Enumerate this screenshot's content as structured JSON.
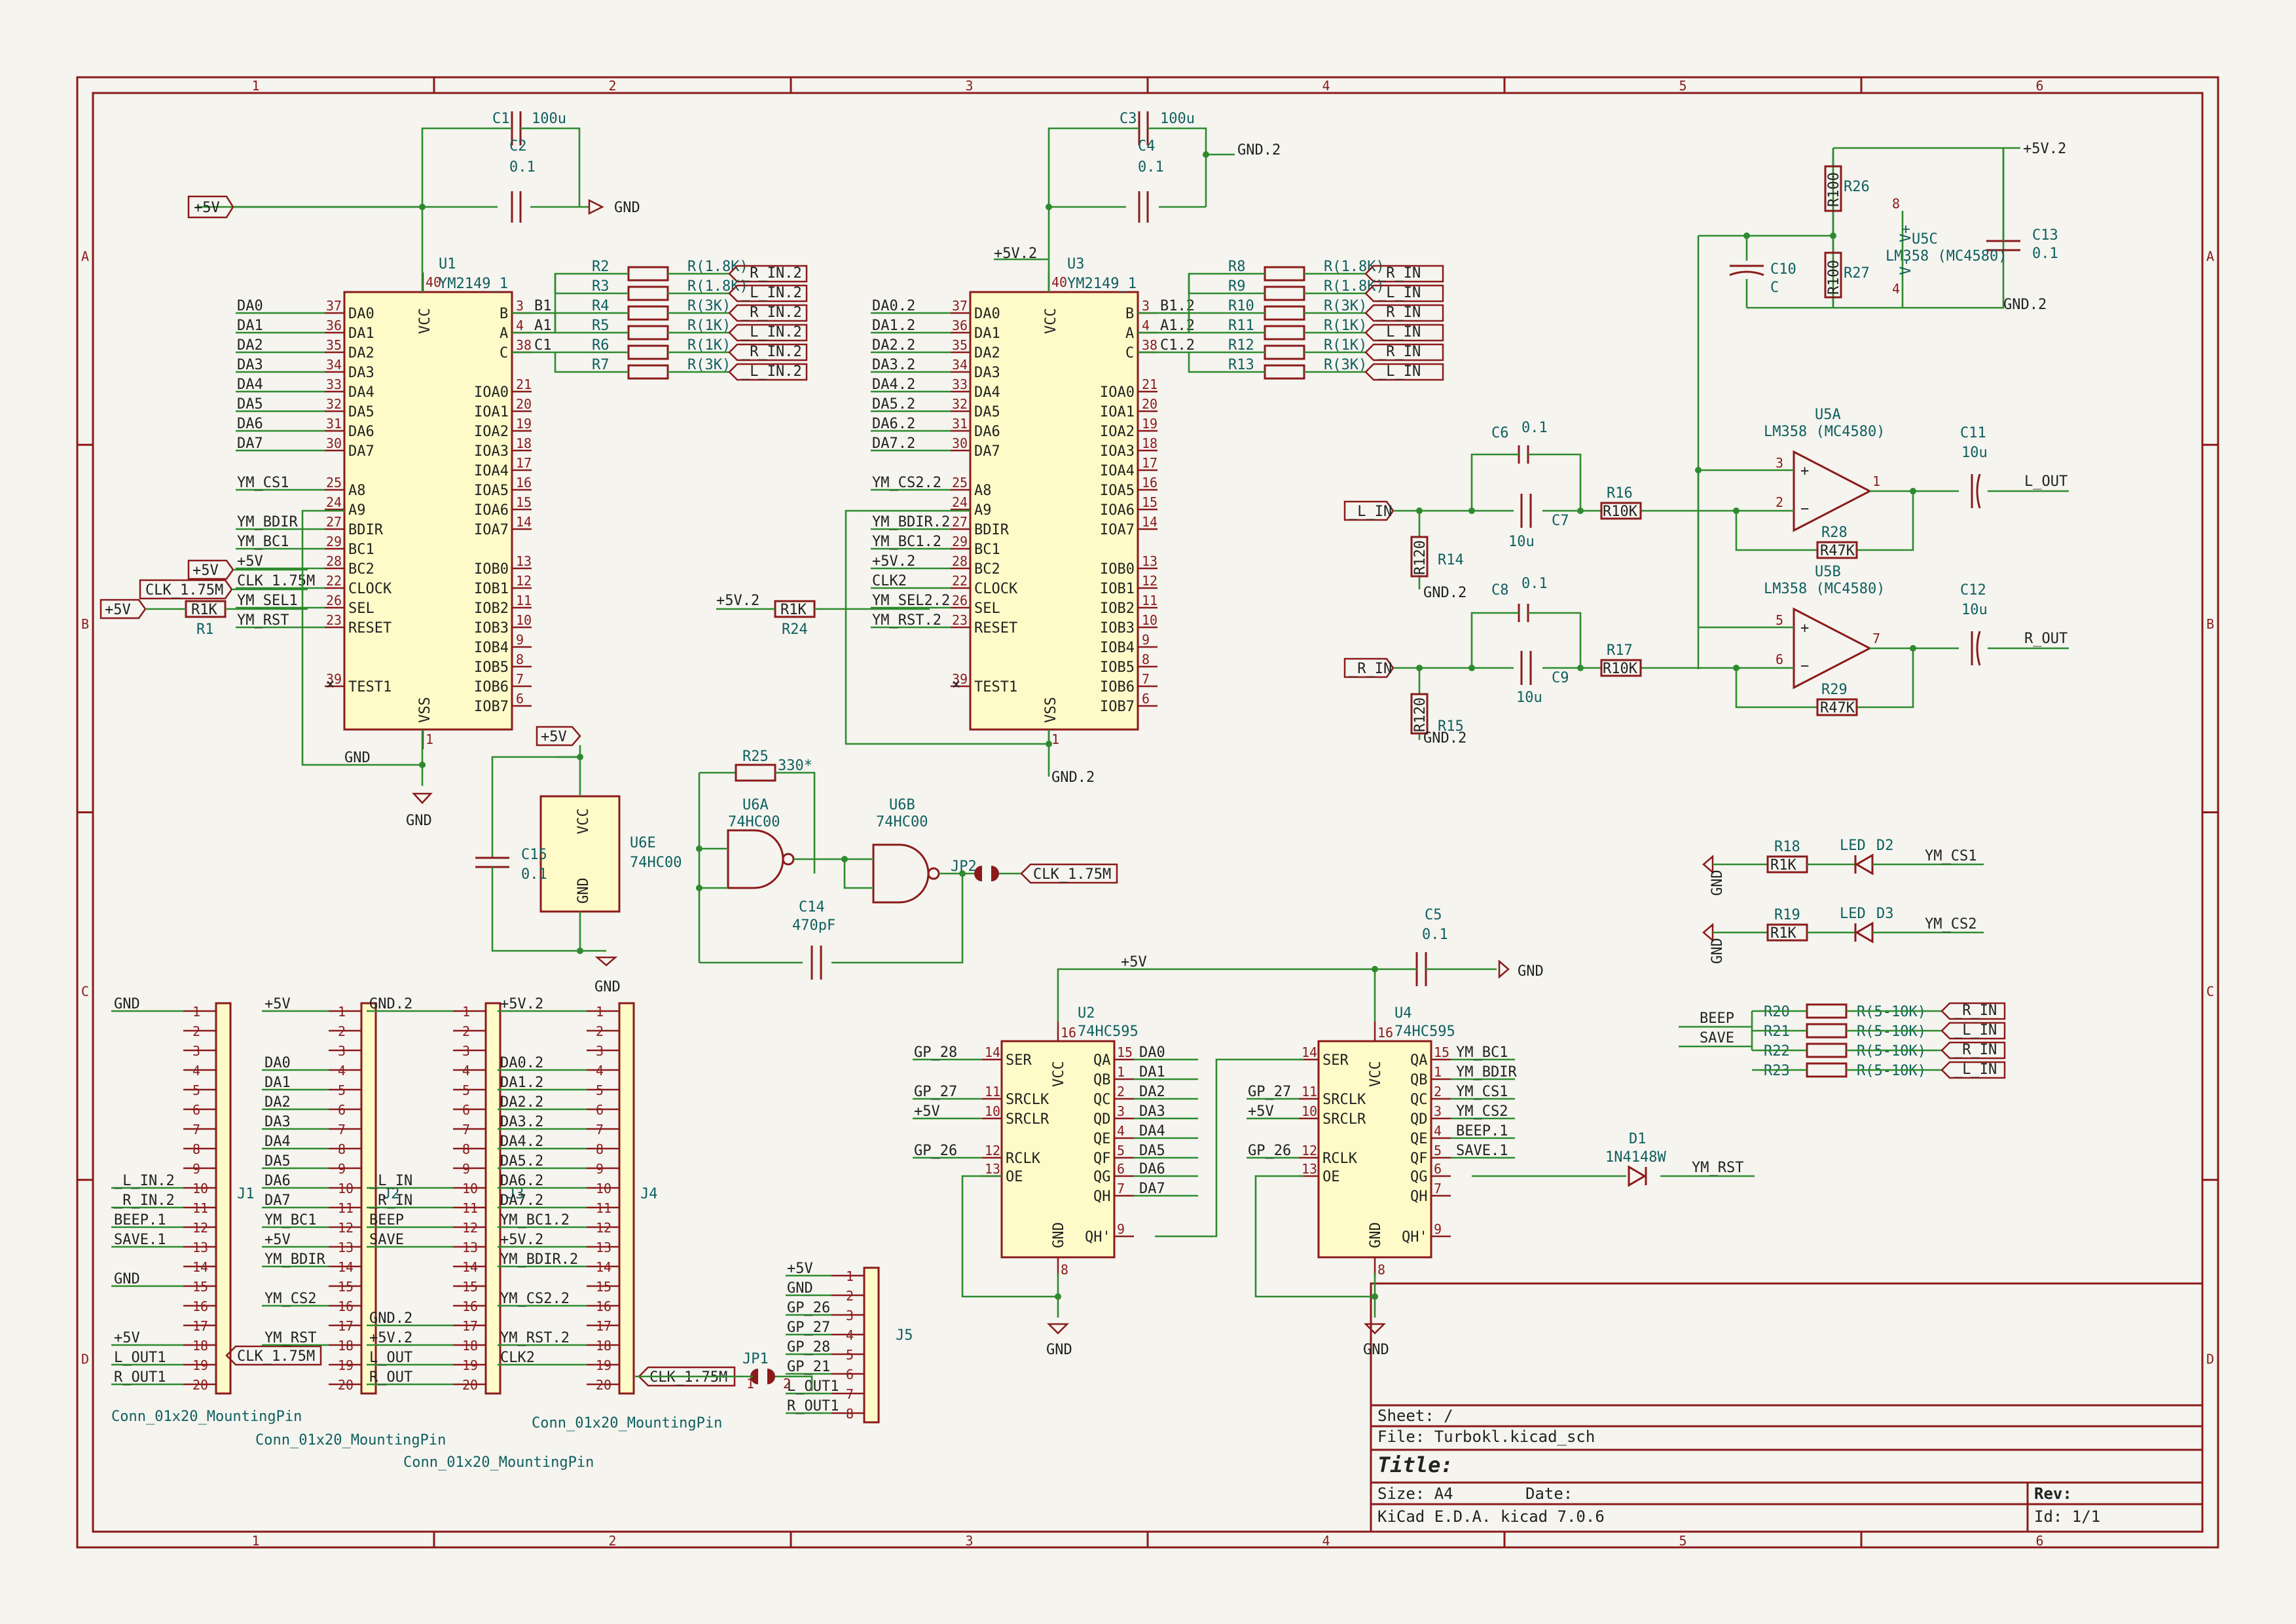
{
  "border": {
    "cols": [
      "1",
      "2",
      "3",
      "4",
      "5",
      "6"
    ],
    "rows": [
      "A",
      "B",
      "C",
      "D"
    ]
  },
  "title_block": {
    "sheet": "Sheet: /",
    "file": "File: Turbokl.kicad_sch",
    "title": "Title:",
    "size": "Size: A4",
    "date": "Date:",
    "rev": "Rev:",
    "tool": "KiCad E.D.A.  kicad 7.0.6",
    "id": "Id: 1/1"
  },
  "u1": {
    "ref": "U1",
    "value": "YM2149_1",
    "left_pins": [
      {
        "num": "37",
        "name": "DA0",
        "net": "DA0"
      },
      {
        "num": "36",
        "name": "DA1",
        "net": "DA1"
      },
      {
        "num": "35",
        "name": "DA2",
        "net": "DA2"
      },
      {
        "num": "34",
        "name": "DA3",
        "net": "DA3"
      },
      {
        "num": "33",
        "name": "DA4",
        "net": "DA4"
      },
      {
        "num": "32",
        "name": "DA5",
        "net": "DA5"
      },
      {
        "num": "31",
        "name": "DA6",
        "net": "DA6"
      },
      {
        "num": "30",
        "name": "DA7",
        "net": "DA7"
      },
      {
        "num": "25",
        "name": "A8",
        "net": "YM_CS1"
      },
      {
        "num": "24",
        "name": "A9",
        "net": ""
      },
      {
        "num": "27",
        "name": "BDIR",
        "net": "YM_BDIR"
      },
      {
        "num": "29",
        "name": "BC1",
        "net": "YM_BC1"
      },
      {
        "num": "28",
        "name": "BC2",
        "net": "+5V"
      },
      {
        "num": "22",
        "name": "CLOCK",
        "net": "CLK_1.75M"
      },
      {
        "num": "26",
        "name": "SEL",
        "net": "YM_SEL1"
      },
      {
        "num": "23",
        "name": "RESET",
        "net": "YM_RST"
      },
      {
        "num": "39",
        "name": "TEST1",
        "net": ""
      }
    ],
    "right_pins": [
      {
        "num": "3",
        "name": "B",
        "net": "B1"
      },
      {
        "num": "4",
        "name": "A",
        "net": "A1"
      },
      {
        "num": "38",
        "name": "C",
        "net": "C1"
      },
      {
        "num": "21",
        "name": "IOA0"
      },
      {
        "num": "20",
        "name": "IOA1"
      },
      {
        "num": "19",
        "name": "IOA2"
      },
      {
        "num": "18",
        "name": "IOA3"
      },
      {
        "num": "17",
        "name": "IOA4"
      },
      {
        "num": "16",
        "name": "IOA5"
      },
      {
        "num": "15",
        "name": "IOA6"
      },
      {
        "num": "14",
        "name": "IOA7"
      },
      {
        "num": "13",
        "name": "IOB0"
      },
      {
        "num": "12",
        "name": "IOB1"
      },
      {
        "num": "11",
        "name": "IOB2"
      },
      {
        "num": "10",
        "name": "IOB3"
      },
      {
        "num": "9",
        "name": "IOB4"
      },
      {
        "num": "8",
        "name": "IOB5"
      },
      {
        "num": "7",
        "name": "IOB6"
      },
      {
        "num": "6",
        "name": "IOB7"
      }
    ],
    "vcc": "VCC",
    "vcc_num": "40",
    "vss": "VSS",
    "vss_num": "1"
  },
  "u3": {
    "ref": "U3",
    "value": "YM2149_1",
    "left_pins": [
      {
        "num": "37",
        "name": "DA0",
        "net": "DA0.2"
      },
      {
        "num": "36",
        "name": "DA1",
        "net": "DA1.2"
      },
      {
        "num": "35",
        "name": "DA2",
        "net": "DA2.2"
      },
      {
        "num": "34",
        "name": "DA3",
        "net": "DA3.2"
      },
      {
        "num": "33",
        "name": "DA4",
        "net": "DA4.2"
      },
      {
        "num": "32",
        "name": "DA5",
        "net": "DA5.2"
      },
      {
        "num": "31",
        "name": "DA6",
        "net": "DA6.2"
      },
      {
        "num": "30",
        "name": "DA7",
        "net": "DA7.2"
      },
      {
        "num": "25",
        "name": "A8",
        "net": "YM_CS2.2"
      },
      {
        "num": "24",
        "name": "A9",
        "net": ""
      },
      {
        "num": "27",
        "name": "BDIR",
        "net": "YM_BDIR.2"
      },
      {
        "num": "29",
        "name": "BC1",
        "net": "YM_BC1.2"
      },
      {
        "num": "28",
        "name": "BC2",
        "net": "+5V.2"
      },
      {
        "num": "22",
        "name": "CLOCK",
        "net": "CLK2"
      },
      {
        "num": "26",
        "name": "SEL",
        "net": "YM_SEL2.2"
      },
      {
        "num": "23",
        "name": "RESET",
        "net": "YM_RST.2"
      },
      {
        "num": "39",
        "name": "TEST1",
        "net": ""
      }
    ],
    "right_pins": [
      {
        "num": "3",
        "name": "B",
        "net": "B1.2"
      },
      {
        "num": "4",
        "name": "A",
        "net": "A1.2"
      },
      {
        "num": "38",
        "name": "C",
        "net": "C1.2"
      },
      {
        "num": "21",
        "name": "IOA0"
      },
      {
        "num": "20",
        "name": "IOA1"
      },
      {
        "num": "19",
        "name": "IOA2"
      },
      {
        "num": "18",
        "name": "IOA3"
      },
      {
        "num": "17",
        "name": "IOA4"
      },
      {
        "num": "16",
        "name": "IOA5"
      },
      {
        "num": "15",
        "name": "IOA6"
      },
      {
        "num": "14",
        "name": "IOA7"
      },
      {
        "num": "13",
        "name": "IOB0"
      },
      {
        "num": "12",
        "name": "IOB1"
      },
      {
        "num": "11",
        "name": "IOB2"
      },
      {
        "num": "10",
        "name": "IOB3"
      },
      {
        "num": "9",
        "name": "IOB4"
      },
      {
        "num": "8",
        "name": "IOB5"
      },
      {
        "num": "7",
        "name": "IOB6"
      },
      {
        "num": "6",
        "name": "IOB7"
      }
    ],
    "vcc": "VCC",
    "vcc_num": "40",
    "vss": "VSS",
    "vss_num": "1"
  },
  "u1_res": [
    {
      "ref": "R2",
      "value": "R(1.8K)",
      "out": "_R_IN.2"
    },
    {
      "ref": "R3",
      "value": "R(1.8K)",
      "out": "_L_IN.2"
    },
    {
      "ref": "R4",
      "value": "R(3K)",
      "out": "_R_IN.2"
    },
    {
      "ref": "R5",
      "value": "R(1K)",
      "out": "_L_IN.2"
    },
    {
      "ref": "R6",
      "value": "R(1K)",
      "out": "_R_IN.2"
    },
    {
      "ref": "R7",
      "value": "R(3K)",
      "out": "_L_IN.2"
    }
  ],
  "u3_res": [
    {
      "ref": "R8",
      "value": "R(1.8K)",
      "out": "_R_IN"
    },
    {
      "ref": "R9",
      "value": "R(1.8K)",
      "out": "_L_IN"
    },
    {
      "ref": "R10",
      "value": "R(3K)",
      "out": "_R_IN"
    },
    {
      "ref": "R11",
      "value": "R(1K)",
      "out": "_L_IN"
    },
    {
      "ref": "R12",
      "value": "R(1K)",
      "out": "_R_IN"
    },
    {
      "ref": "R13",
      "value": "R(3K)",
      "out": "_L_IN"
    }
  ],
  "caps_top": {
    "c1": "C1",
    "c1v": "100u",
    "c2": "C2",
    "c2v": "0.1",
    "c3": "C3",
    "c3v": "100u",
    "c4": "C4",
    "c4v": "0.1",
    "gnd2": "GND.2",
    "gnd": "GND",
    "p5v": "+5V",
    "p5v2": "+5V.2"
  },
  "u1_misc": {
    "r1": "R1",
    "r1v": "R1K",
    "gnd": "GND"
  },
  "u3_misc": {
    "r24": "R24",
    "r24v": "R1K",
    "gnd2": "GND.2"
  },
  "power_section": {
    "r26": "R26",
    "r26v": "R100",
    "r27": "R27",
    "r27v": "R100",
    "c10": "C10",
    "c10v": "C",
    "u5c": "U5C",
    "u5cv": "LM358 (MC4580)",
    "c13": "C13",
    "c13v": "0.1",
    "p5v2": "+5V.2",
    "gnd2": "GND.2",
    "pin8": "8",
    "pin4": "4",
    "vplus": "V+",
    "vminus": "V-"
  },
  "amp_a": {
    "ref": "U5A",
    "value": "LM358 (MC4580)",
    "c6": "C6",
    "c6v": "0.1",
    "c7": "C7",
    "c7v": "10u",
    "r16": "R16",
    "r16v": "R10K",
    "r14": "R14",
    "r14v": "R120",
    "r28": "R28",
    "r28v": "R47K",
    "c11": "C11",
    "c11v": "10u",
    "in": "_L_IN",
    "out": "L_OUT",
    "gnd": "GND.2",
    "p_plus": "3",
    "p_minus": "2",
    "p_out": "1"
  },
  "amp_b": {
    "ref": "U5B",
    "value": "LM358 (MC4580)",
    "c8": "C8",
    "c8v": "0.1",
    "c9": "C9",
    "c9v": "10u",
    "r17": "R17",
    "r17v": "R10K",
    "r15": "R15",
    "r15v": "R120",
    "r29": "R29",
    "r29v": "R47K",
    "c12": "C12",
    "c12v": "10u",
    "in": "_R_IN",
    "out": "R_OUT",
    "gnd": "GND.2",
    "p_plus": "5",
    "p_minus": "6",
    "p_out": "7"
  },
  "clock": {
    "r25": "R25",
    "r25v": "330*",
    "u6a": "U6A",
    "u6av": "74HC00",
    "u6b": "U6B",
    "u6bv": "74HC00",
    "c14": "C14",
    "c14v": "470pF",
    "jp2": "JP2",
    "clk": "CLK_1.75M",
    "u6e": "U6E",
    "u6ev": "74HC00",
    "c15": "C15",
    "c15v": "0.1",
    "p5v": "+5V",
    "gnd": "GND",
    "vcc": "VCC",
    "gndpin": "GND"
  },
  "leds": [
    {
      "r": "R18",
      "rv": "R1K",
      "d": "D2",
      "dv": "LED",
      "net": "YM_CS1",
      "gnd": "GND"
    },
    {
      "r": "R19",
      "rv": "R1K",
      "d": "D3",
      "dv": "LED",
      "net": "YM_CS2",
      "gnd": "GND"
    }
  ],
  "mix": {
    "nets": [
      "BEEP",
      "SAVE"
    ],
    "rows": [
      {
        "ref": "R20",
        "value": "R(5-10K)",
        "out": "_R_IN"
      },
      {
        "ref": "R21",
        "value": "R(5-10K)",
        "out": "_L_IN"
      },
      {
        "ref": "R22",
        "value": "R(5-10K)",
        "out": "_R_IN"
      },
      {
        "ref": "R23",
        "value": "R(5-10K)",
        "out": "_L_IN"
      }
    ]
  },
  "u2": {
    "ref": "U2",
    "value": "74HC595",
    "left": [
      [
        "14",
        "SER",
        "GP_28"
      ],
      [
        "11",
        "SRCLK",
        "GP_27"
      ],
      [
        "10",
        "SRCLR",
        "+5V"
      ],
      [
        "12",
        "RCLK",
        "GP_26"
      ],
      [
        "13",
        "OE",
        ""
      ]
    ],
    "right": [
      [
        "15",
        "QA",
        "DA0"
      ],
      [
        "1",
        "QB",
        "DA1"
      ],
      [
        "2",
        "QC",
        "DA2"
      ],
      [
        "3",
        "QD",
        "DA3"
      ],
      [
        "4",
        "QE",
        "DA4"
      ],
      [
        "5",
        "QF",
        "DA5"
      ],
      [
        "6",
        "QG",
        "DA6"
      ],
      [
        "7",
        "QH",
        "DA7"
      ],
      [
        "9",
        "QH'",
        ""
      ]
    ],
    "vcc": "VCC",
    "vcc_num": "16",
    "gnd": "GND",
    "gnd_num": "8",
    "p5v": "+5V",
    "gndnet": "GND"
  },
  "u4": {
    "ref": "U4",
    "value": "74HC595",
    "left": [
      [
        "14",
        "SER",
        ""
      ],
      [
        "11",
        "SRCLK",
        "GP_27"
      ],
      [
        "10",
        "SRCLR",
        "+5V"
      ],
      [
        "12",
        "RCLK",
        "GP_26"
      ],
      [
        "13",
        "OE",
        ""
      ]
    ],
    "right": [
      [
        "15",
        "QA",
        "YM_BC1"
      ],
      [
        "1",
        "QB",
        "YM_BDIR"
      ],
      [
        "2",
        "QC",
        "YM_CS1"
      ],
      [
        "3",
        "QD",
        "YM_CS2"
      ],
      [
        "4",
        "QE",
        "BEEP.1"
      ],
      [
        "5",
        "QF",
        "SAVE.1"
      ],
      [
        "6",
        "QG",
        ""
      ],
      [
        "7",
        "QH",
        ""
      ],
      [
        "9",
        "QH'",
        ""
      ]
    ],
    "vcc": "VCC",
    "vcc_num": "16",
    "gnd": "GND",
    "gnd_num": "8",
    "c5": "C5",
    "c5v": "0.1",
    "gndnet": "GND"
  },
  "d1": {
    "ref": "D1",
    "value": "1N4148W",
    "net": "YM_RST"
  },
  "j1": {
    "ref": "J1",
    "value": "Conn_01x20_MountingPin",
    "left": [
      "GND",
      "",
      "",
      "",
      "",
      "",
      "",
      "",
      "",
      "_L_IN.2",
      "_R_IN.2",
      "BEEP.1",
      "SAVE.1",
      "",
      "GND",
      "",
      "",
      "+5V",
      "L_OUT1",
      "R_OUT1"
    ],
    "clk": "CLK_1.75M"
  },
  "j2": {
    "ref": "J2",
    "value": "Conn_01x20_MountingPin",
    "left": [
      "+5V",
      "",
      "",
      "DA0",
      "DA1",
      "DA2",
      "DA3",
      "DA4",
      "DA5",
      "DA6",
      "DA7",
      "YM_BC1",
      "+5V",
      "YM_BDIR",
      "",
      "YM_CS2",
      "",
      "YM_RST",
      "",
      ""
    ]
  },
  "j3": {
    "ref": "J3",
    "value": "Conn_01x20_MountingPin",
    "left": [
      "GND.2",
      "",
      "",
      "",
      "",
      "",
      "",
      "",
      "",
      "_L_IN",
      "_R_IN",
      "BEEP",
      "SAVE",
      "",
      "",
      "",
      "GND.2",
      "+5V.2",
      "L_OUT",
      "R_OUT"
    ]
  },
  "j4": {
    "ref": "J4",
    "value": "Conn_01x20_MountingPin",
    "left": [
      "+5V.2",
      "",
      "",
      "DA0.2",
      "DA1.2",
      "DA2.2",
      "DA3.2",
      "DA4.2",
      "DA5.2",
      "DA6.2",
      "DA7.2",
      "YM_BC1.2",
      "+5V.2",
      "YM_BDIR.2",
      "",
      "YM_CS2.2",
      "",
      "YM_RST.2",
      "CLK2",
      ""
    ],
    "clk": "CLK_1.75M"
  },
  "j5": {
    "ref": "J5",
    "left": [
      "+5V",
      "GND",
      "GP_26",
      "GP_27",
      "GP_28",
      "GP_21",
      "L_OUT1",
      "R_OUT1"
    ],
    "gnd": "GND"
  },
  "jp1": {
    "ref": "JP1",
    "n1": "1",
    "n2": "2"
  }
}
